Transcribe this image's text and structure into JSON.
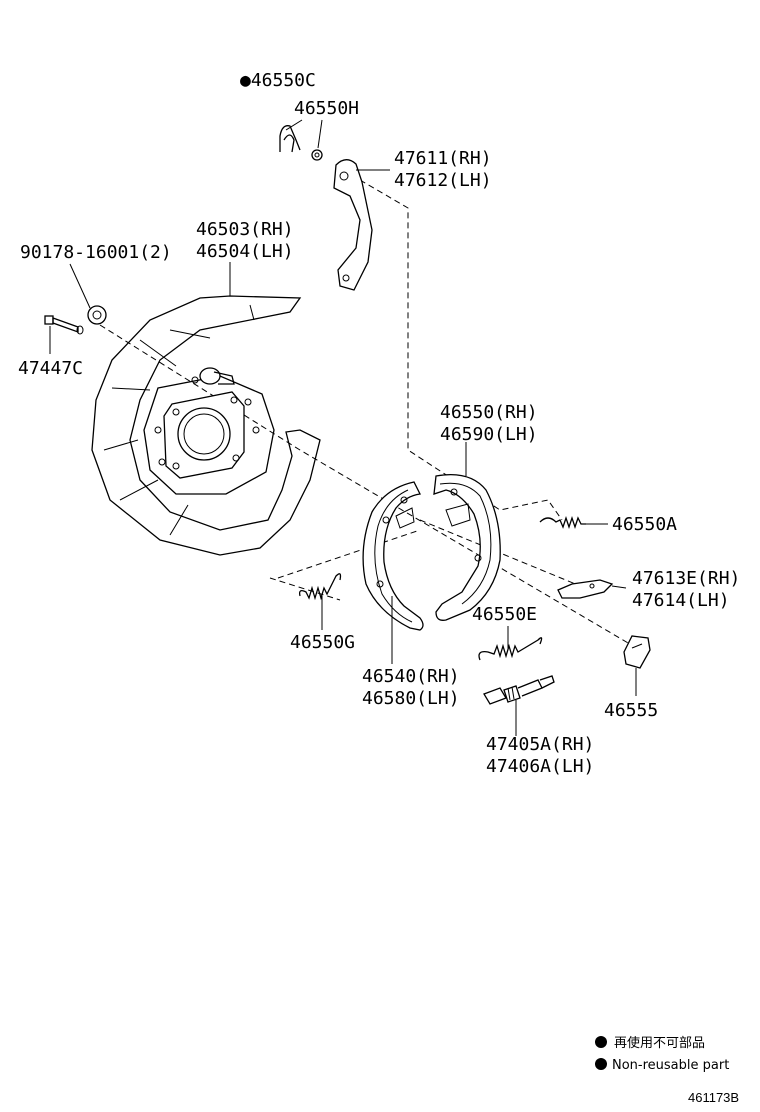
{
  "parts": {
    "p46550C": "●46550C",
    "p46550H": "46550H",
    "p47611": "47611(RH)",
    "p47612": "47612(LH)",
    "p46503": "46503(RH)",
    "p46504": "46504(LH)",
    "p90178": "90178-16001(2)",
    "p47447C": "47447C",
    "p46550": "46550(RH)",
    "p46590": "46590(LH)",
    "p46550A": "46550A",
    "p47613E": "47613E(RH)",
    "p47614": "47614(LH)",
    "p46550E": "46550E",
    "p46550G": "46550G",
    "p46540": "46540(RH)",
    "p46580": "46580(LH)",
    "p46555": "46555",
    "p47405A": "47405A(RH)",
    "p47406A": "47406A(LH)"
  },
  "legend": {
    "reuse_jp": "再使用不可部品",
    "reuse_en": "Non-reusable part"
  },
  "diagram_id": "461173B"
}
